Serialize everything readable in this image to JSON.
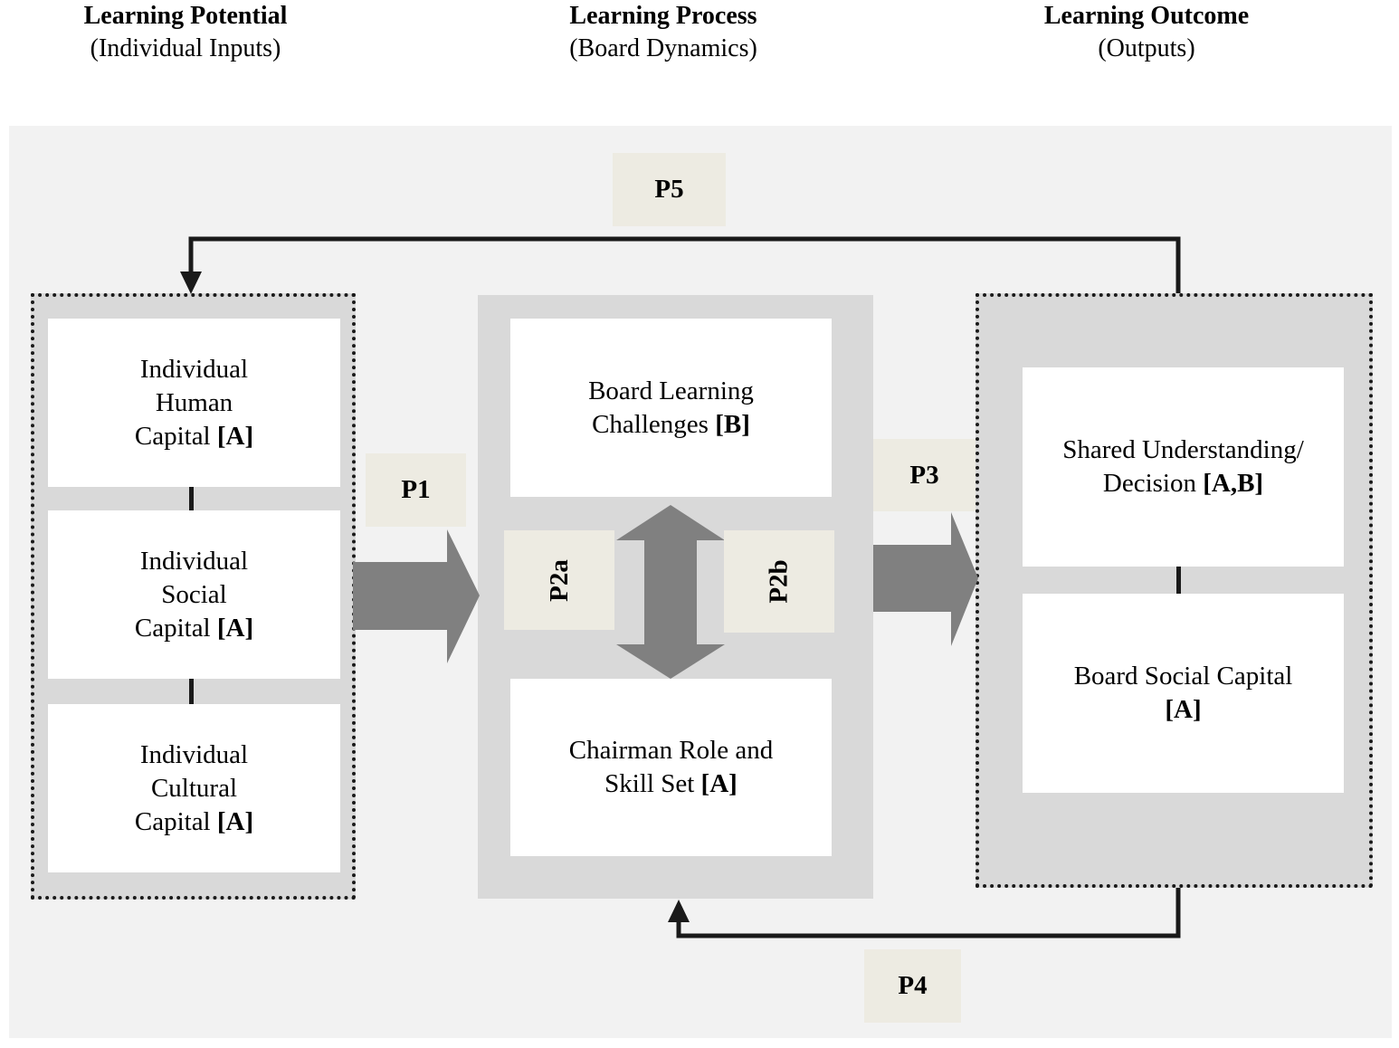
{
  "headers": [
    {
      "title": "Learning Potential",
      "subtitle": "(Individual Inputs)"
    },
    {
      "title": "Learning Process",
      "subtitle": "(Board Dynamics)"
    },
    {
      "title": "Learning Outcome",
      "subtitle": "(Outputs)"
    }
  ],
  "left_boxes": [
    {
      "lines": [
        "Individual",
        "Human"
      ],
      "last_prefix": "Capital ",
      "tag": "[A]"
    },
    {
      "lines": [
        "Individual",
        "Social"
      ],
      "last_prefix": "Capital ",
      "tag": "[A]"
    },
    {
      "lines": [
        "Individual",
        "Cultural"
      ],
      "last_prefix": "Capital ",
      "tag": "[A]"
    }
  ],
  "middle_boxes": [
    {
      "line1": "Board Learning",
      "line2_prefix": "Challenges ",
      "tag": "[B]"
    },
    {
      "line1": "Chairman Role and",
      "line2_prefix": "Skill Set ",
      "tag": "[A]"
    }
  ],
  "right_boxes": [
    {
      "line1": "Shared Understanding/",
      "line2_prefix": "Decision ",
      "tag": "[A,B]"
    },
    {
      "line1": "Board Social Capital",
      "line2_prefix": "",
      "tag": "[A]"
    }
  ],
  "propositions": {
    "p1": "P1",
    "p2a": "P2a",
    "p2b": "P2b",
    "p3": "P3",
    "p4": "P4",
    "p5": "P5"
  },
  "colors": {
    "canvas": "#f2f2f2",
    "panel": "#d9d9d9",
    "box": "#ffffff",
    "label": "#edebe2",
    "arrow": "#808080",
    "line": "#1a1a1a"
  }
}
